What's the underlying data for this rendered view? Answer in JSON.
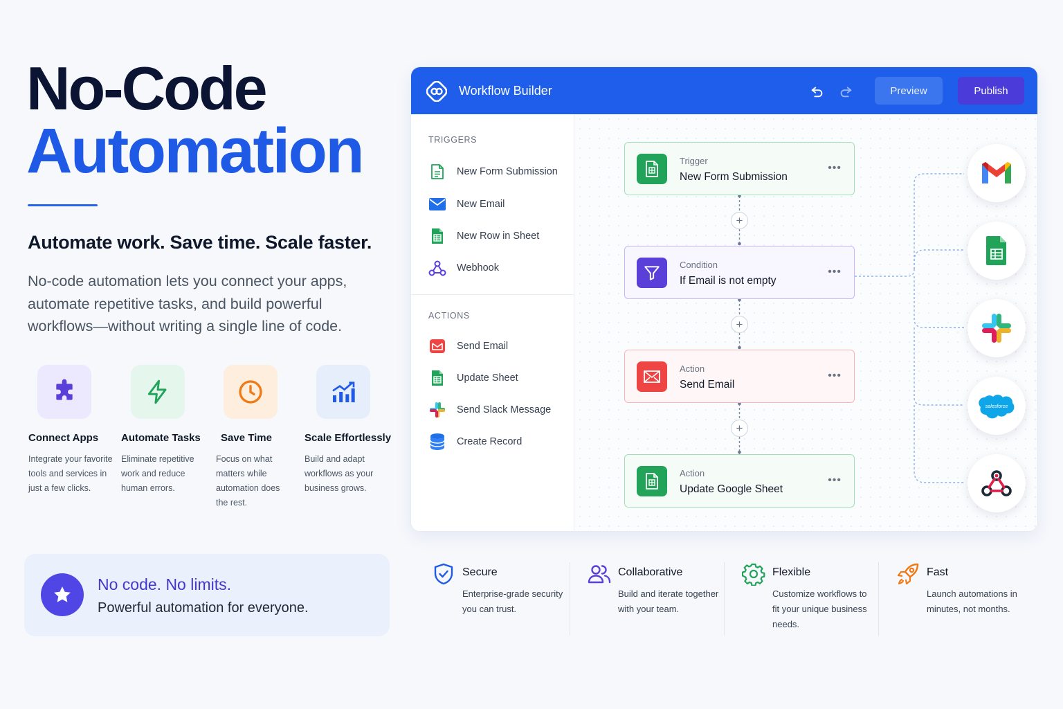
{
  "hero": {
    "title_line1": "No-Code",
    "title_line2": "Automation",
    "tagline": "Automate work. Save time. Scale faster.",
    "description": "No-code automation lets you connect your apps, automate repetitive tasks, and build powerful workflows—without writing a single line of code."
  },
  "features": [
    {
      "icon": "puzzle-icon",
      "title": "Connect Apps",
      "desc": "Integrate your favorite tools and services in just a few clicks."
    },
    {
      "icon": "lightning-icon",
      "title": "Automate Tasks",
      "desc": "Eliminate repetitive work and reduce human errors."
    },
    {
      "icon": "clock-icon",
      "title": "Save Time",
      "desc": "Focus on what matters while automation does the rest."
    },
    {
      "icon": "growth-chart-icon",
      "title": "Scale Effortlessly",
      "desc": "Build and adapt workflows as your business grows."
    }
  ],
  "promo": {
    "title": "No code. No limits.",
    "subtitle": "Powerful automation for everyone."
  },
  "builder": {
    "title": "Workflow Builder",
    "preview_label": "Preview",
    "publish_label": "Publish",
    "colors": {
      "header": "#1e5eea",
      "publish": "#4b3bd8"
    },
    "triggers_heading": "TRIGGERS",
    "triggers": [
      {
        "icon": "form-document-icon",
        "label": "New Form Submission"
      },
      {
        "icon": "envelope-icon",
        "label": "New Email"
      },
      {
        "icon": "sheet-icon",
        "label": "New Row in Sheet"
      },
      {
        "icon": "webhook-icon",
        "label": "Webhook"
      }
    ],
    "actions_heading": "ACTIONS",
    "actions": [
      {
        "icon": "mail-icon",
        "label": "Send Email"
      },
      {
        "icon": "sheet-icon",
        "label": "Update Sheet"
      },
      {
        "icon": "slack-icon",
        "label": "Send Slack Message"
      },
      {
        "icon": "database-icon",
        "label": "Create Record"
      }
    ],
    "nodes": [
      {
        "kind": "Trigger",
        "name": "New Form Submission",
        "icon": "form-document-icon",
        "color": "#22a35a"
      },
      {
        "kind": "Condition",
        "name": "If Email is not empty",
        "icon": "filter-icon",
        "color": "#5b3fd9"
      },
      {
        "kind": "Action",
        "name": "Send Email",
        "icon": "mail-icon",
        "color": "#ef4444"
      },
      {
        "kind": "Action",
        "name": "Update Google Sheet",
        "icon": "sheet-icon",
        "color": "#22a35a"
      }
    ],
    "node_menu": "•••",
    "add_step": "+",
    "apps": [
      "gmail-icon",
      "google-sheets-icon",
      "slack-icon",
      "salesforce-icon",
      "webhook-icon"
    ],
    "salesforce_text": "salesforce"
  },
  "benefits": [
    {
      "icon": "shield-check-icon",
      "title": "Secure",
      "desc": "Enterprise-grade security you can trust."
    },
    {
      "icon": "users-icon",
      "title": "Collaborative",
      "desc": "Build and iterate together with your team."
    },
    {
      "icon": "gear-icon",
      "title": "Flexible",
      "desc": "Customize workflows to fit your unique business needs."
    },
    {
      "icon": "rocket-icon",
      "title": "Fast",
      "desc": "Launch automations in minutes, not months."
    }
  ]
}
